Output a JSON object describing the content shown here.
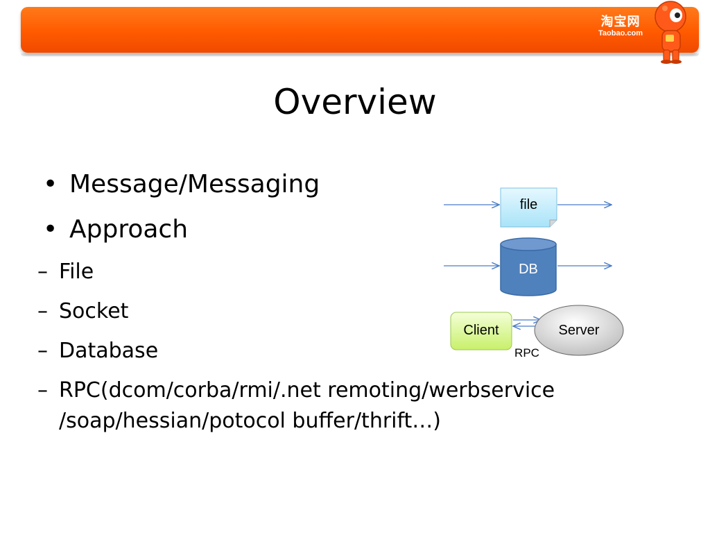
{
  "header": {
    "logo_cn": "淘宝网",
    "logo_en": "Taobao.com",
    "accent_color": "#ff5a00"
  },
  "slide": {
    "title": "Overview",
    "bullets": [
      {
        "text": "Message/Messaging"
      },
      {
        "text": "Approach"
      }
    ],
    "sub_bullets": [
      {
        "text": "File"
      },
      {
        "text": "Socket"
      },
      {
        "text": "Database"
      },
      {
        "line1": "RPC(dcom/corba/rmi/.net remoting/werbservice",
        "line2": "/soap/hessian/potocol buffer/thrift…)"
      }
    ]
  },
  "diagram": {
    "file_label": "file",
    "db_label": "DB",
    "client_label": "Client",
    "server_label": "Server",
    "rpc_label": "RPC"
  }
}
